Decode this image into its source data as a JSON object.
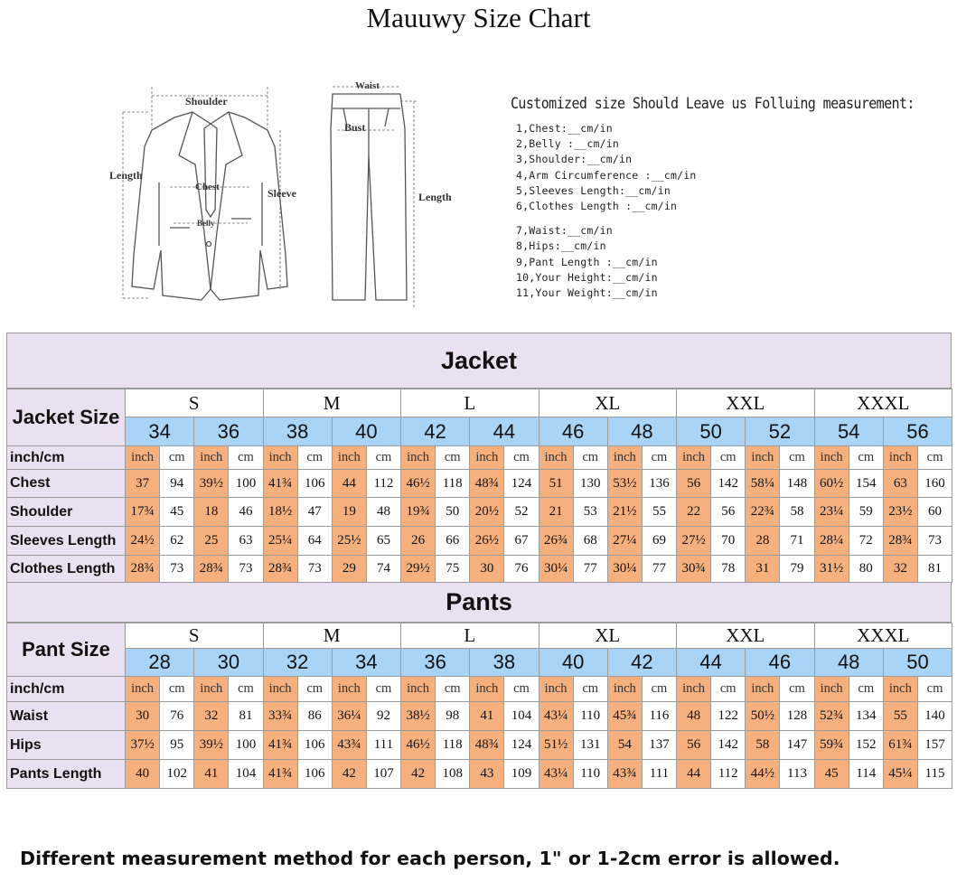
{
  "title": "Mauuwy Size Chart",
  "illustration": {
    "jacket_labels": {
      "shoulder": "Shoulder",
      "length": "Length",
      "chest": "Chest",
      "belly": "Belly",
      "sleeve": "Sleeve"
    },
    "pants_labels": {
      "waist": "Waist",
      "bust": "Bust",
      "length": "Length"
    }
  },
  "instructions": {
    "heading": "Customized size Should Leave us Folluing measurement:",
    "items_jacket": [
      "1,Chest:__cm/in",
      "2,Belly :__cm/in",
      "3,Shoulder:__cm/in",
      "4,Arm Circumference :__cm/in",
      "5,Sleeves Length:__cm/in",
      "6,Clothes Length :__cm/in"
    ],
    "items_pants": [
      "7,Waist:__cm/in",
      "8,Hips:__cm/in",
      "9,Pant Length :__cm/in",
      "10,Your Height:__cm/in",
      "11,Your Weight:__cm/in"
    ]
  },
  "jacket": {
    "banner": "Jacket",
    "corner_label": "Jacket Size",
    "letters": [
      "S",
      "M",
      "L",
      "XL",
      "XXL",
      "XXXL"
    ],
    "numbers": [
      "34",
      "36",
      "38",
      "40",
      "42",
      "44",
      "46",
      "48",
      "50",
      "52",
      "54",
      "56"
    ],
    "unit_label": "inch/cm",
    "unit_inch": "inch",
    "unit_cm": "cm",
    "rows": [
      {
        "label": "Chest",
        "values": [
          "37",
          "94",
          "39½",
          "100",
          "41¾",
          "106",
          "44",
          "112",
          "46½",
          "118",
          "48¾",
          "124",
          "51",
          "130",
          "53½",
          "136",
          "56",
          "142",
          "58¼",
          "148",
          "60½",
          "154",
          "63",
          "160"
        ]
      },
      {
        "label": "Shoulder",
        "values": [
          "17¾",
          "45",
          "18",
          "46",
          "18½",
          "47",
          "19",
          "48",
          "19¾",
          "50",
          "20½",
          "52",
          "21",
          "53",
          "21½",
          "55",
          "22",
          "56",
          "22¾",
          "58",
          "23¼",
          "59",
          "23½",
          "60"
        ]
      },
      {
        "label": "Sleeves Length",
        "values": [
          "24½",
          "62",
          "25",
          "63",
          "25¼",
          "64",
          "25½",
          "65",
          "26",
          "66",
          "26½",
          "67",
          "26¾",
          "68",
          "27¼",
          "69",
          "27½",
          "70",
          "28",
          "71",
          "28¼",
          "72",
          "28¾",
          "73"
        ]
      },
      {
        "label": "Clothes Length",
        "values": [
          "28¾",
          "73",
          "28¾",
          "73",
          "28¾",
          "73",
          "29",
          "74",
          "29½",
          "75",
          "30",
          "76",
          "30¼",
          "77",
          "30¼",
          "77",
          "30¾",
          "78",
          "31",
          "79",
          "31½",
          "80",
          "32",
          "81"
        ]
      }
    ]
  },
  "pants": {
    "banner": "Pants",
    "corner_label": "Pant Size",
    "letters": [
      "S",
      "M",
      "L",
      "XL",
      "XXL",
      "XXXL"
    ],
    "numbers": [
      "28",
      "30",
      "32",
      "34",
      "36",
      "38",
      "40",
      "42",
      "44",
      "46",
      "48",
      "50"
    ],
    "unit_label": "inch/cm",
    "unit_inch": "inch",
    "unit_cm": "cm",
    "rows": [
      {
        "label": "Waist",
        "values": [
          "30",
          "76",
          "32",
          "81",
          "33¾",
          "86",
          "36¼",
          "92",
          "38½",
          "98",
          "41",
          "104",
          "43¼",
          "110",
          "45¾",
          "116",
          "48",
          "122",
          "50½",
          "128",
          "52¾",
          "134",
          "55",
          "140"
        ]
      },
      {
        "label": "Hips",
        "values": [
          "37½",
          "95",
          "39½",
          "100",
          "41¾",
          "106",
          "43¾",
          "111",
          "46½",
          "118",
          "48¾",
          "124",
          "51½",
          "131",
          "54",
          "137",
          "56",
          "142",
          "58",
          "147",
          "59¾",
          "152",
          "61¾",
          "157"
        ]
      },
      {
        "label": "Pants Length",
        "values": [
          "40",
          "102",
          "41",
          "104",
          "41¾",
          "106",
          "42",
          "107",
          "42",
          "108",
          "43",
          "109",
          "43¼",
          "110",
          "43¾",
          "111",
          "44",
          "112",
          "44½",
          "113",
          "45",
          "114",
          "45¼",
          "115"
        ]
      }
    ]
  },
  "footer": "Different measurement method for each person,  1\" or 1-2cm error is allowed.",
  "colors": {
    "banner_bg": "#e9e0f2",
    "number_bg": "#a9d4f5",
    "inch_bg": "#f5b07d",
    "cm_bg": "#ffffff"
  }
}
